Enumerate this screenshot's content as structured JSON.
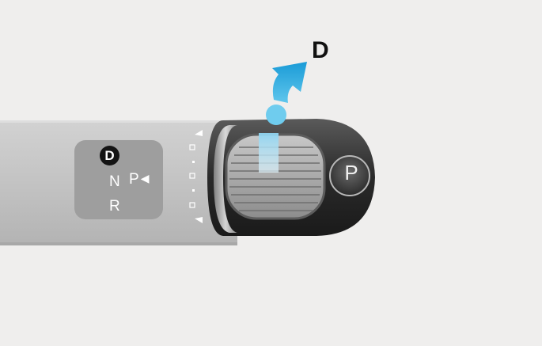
{
  "direction_label": "D",
  "gear_indicator": {
    "active": "D",
    "n": "N",
    "p": "P",
    "r": "R"
  },
  "p_button": "P"
}
